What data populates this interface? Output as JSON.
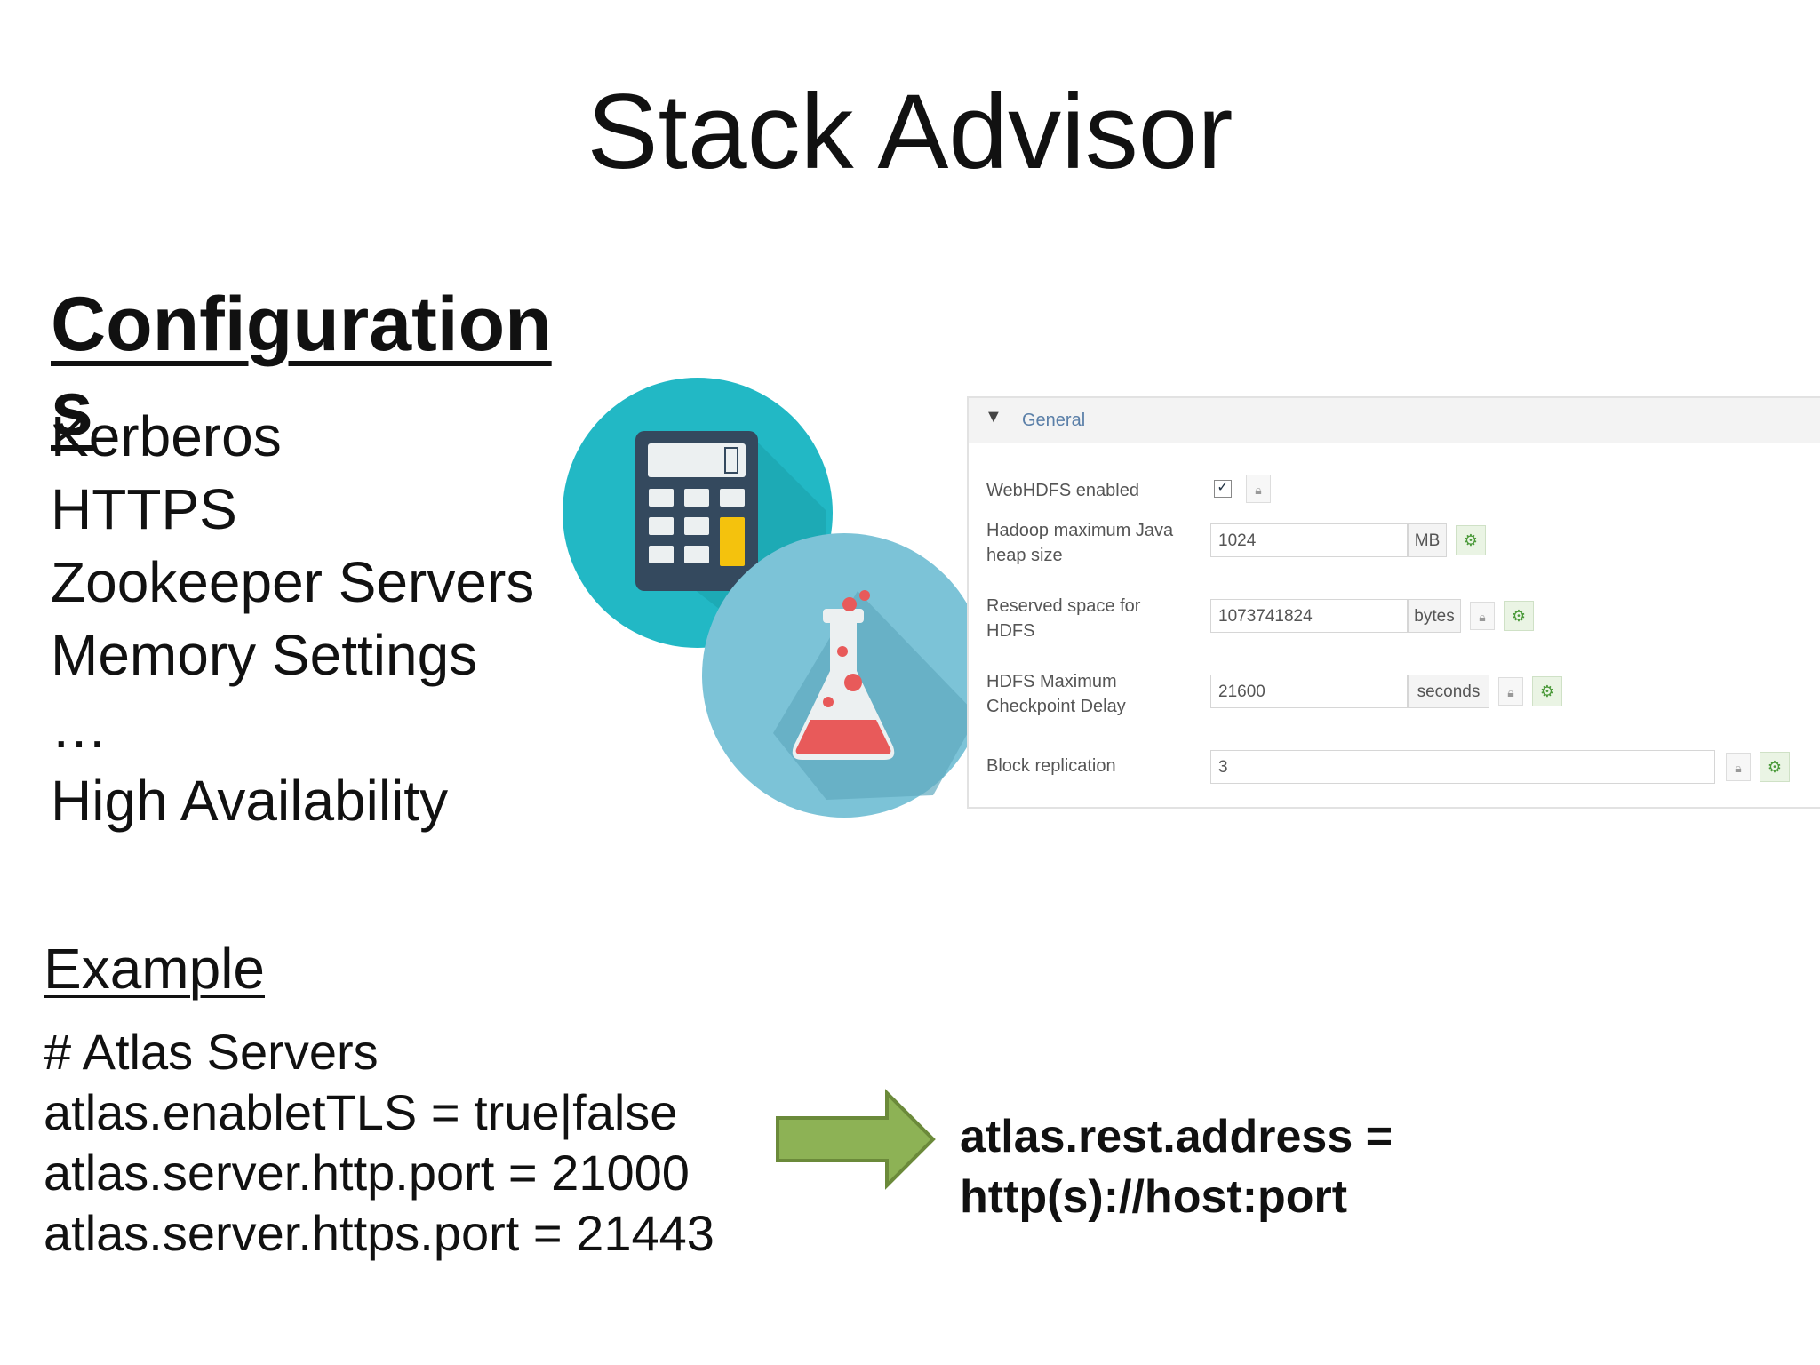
{
  "slide": {
    "title": "Stack Advisor",
    "config_heading": "Configuration",
    "config_heading_wrap": "s",
    "config_items": [
      "Kerberos",
      "HTTPS",
      "Zookeeper Servers",
      "Memory Settings",
      "…",
      "High Availability"
    ],
    "example_heading": "Example",
    "example_lines": [
      "# Atlas Servers",
      "atlas.enabletTLS = true|false",
      "atlas.server.http.port = 21000",
      "atlas.server.https.port = 21443"
    ],
    "result_lines": [
      "atlas.rest.address =",
      "http(s)://host:port"
    ]
  },
  "icons": {
    "calculator": "calculator-icon",
    "flask": "flask-icon",
    "arrow": "arrow-right-icon",
    "colors": {
      "teal": "#22b8c5",
      "light_blue": "#7cc3d7",
      "flask_liquid": "#e85a5a",
      "arrow": "#8db255"
    }
  },
  "panel": {
    "section_title": "General",
    "rows": [
      {
        "label": "WebHDFS enabled",
        "type": "checkbox",
        "checked": true
      },
      {
        "label": "Hadoop maximum Java heap size",
        "value": "1024",
        "unit": "MB"
      },
      {
        "label": "Reserved space for HDFS",
        "value": "1073741824",
        "unit": "bytes"
      },
      {
        "label": "HDFS Maximum Checkpoint Delay",
        "value": "21600",
        "unit": "seconds"
      },
      {
        "label": "Block replication",
        "value": "3",
        "unit": ""
      }
    ]
  }
}
